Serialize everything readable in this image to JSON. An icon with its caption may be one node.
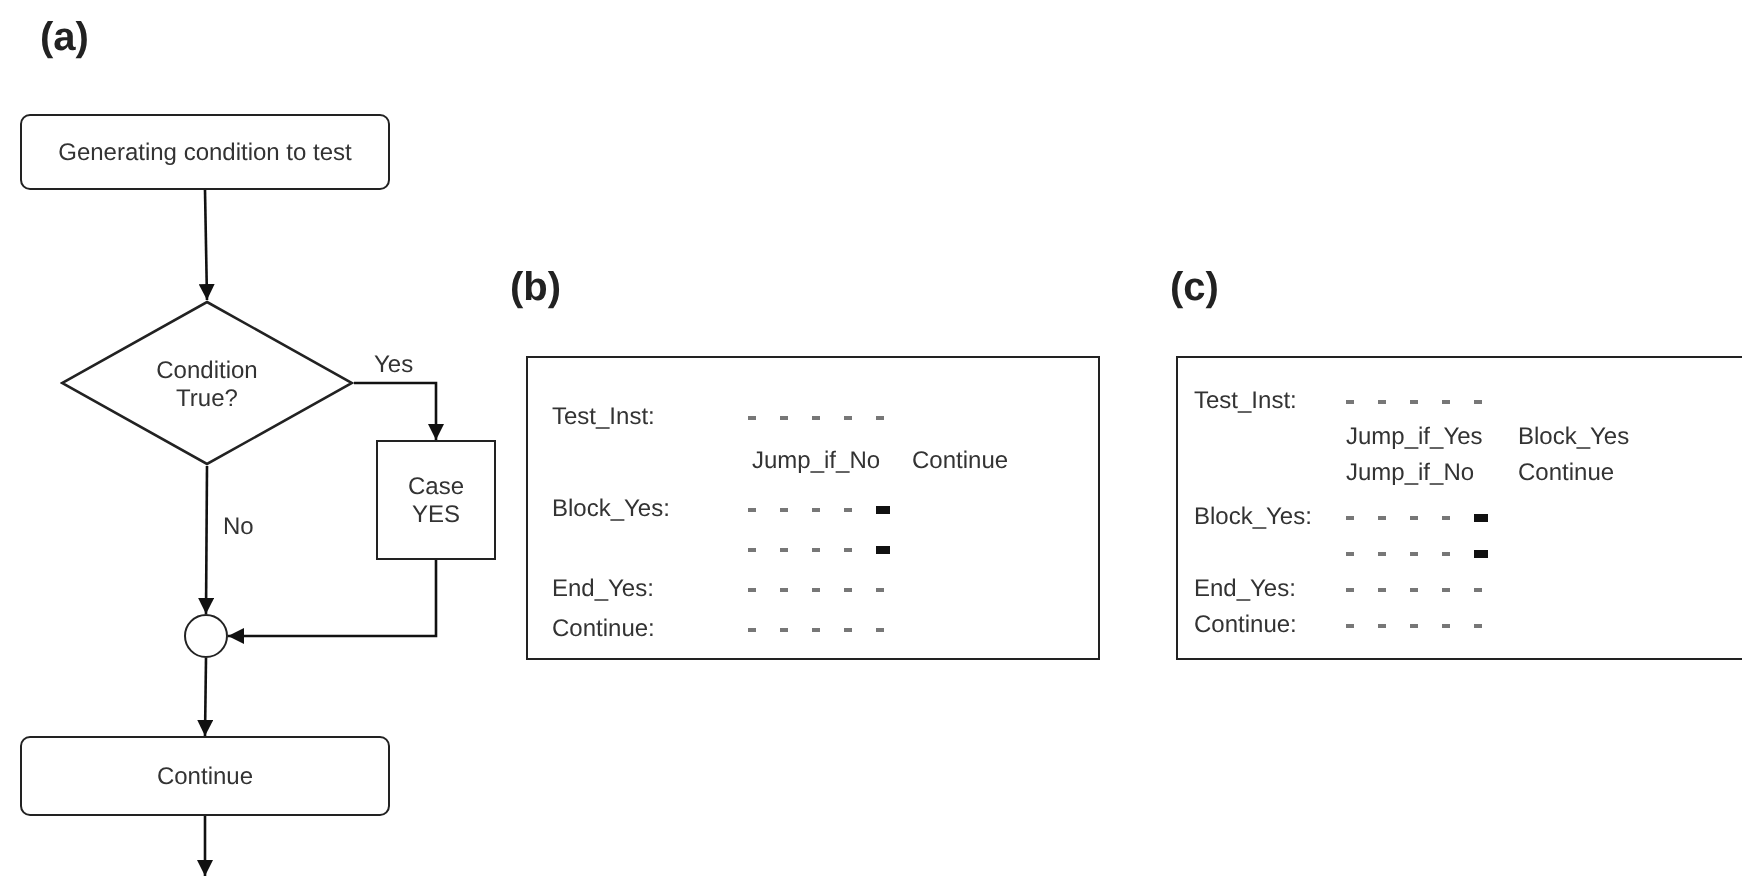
{
  "diagram": {
    "nodes": [
      {
        "text": [
          "Generating condition to test"
        ]
      },
      {
        "text": [
          "Condition True?"
        ]
      },
      {
        "text": [
          "Case YES"
        ]
      },
      {
        "text": [],
        "shape": "circle"
      },
      {
        "text": [
          "Continue"
        ]
      },
      {
        "text": [
          "Test_Inst:",
          "Jump_if_No",
          "Continue",
          "Block_Yes:",
          "End_Yes:",
          "Continue:"
        ]
      },
      {
        "text": [
          "Test_Inst:",
          "Jump_if_Yes",
          "Block_Yes",
          "Jump_if_No",
          "Continue",
          "Block_Yes:",
          "End_Yes:",
          "Continue:"
        ]
      }
    ],
    "edges": [
      {
        "from": 0,
        "to": 1,
        "arrow": "to"
      },
      {
        "from": 1,
        "to": 2,
        "arrow": "to",
        "label": "Yes"
      },
      {
        "from": 1,
        "to": 3,
        "arrow": "to",
        "label": "No"
      },
      {
        "from": 2,
        "to": 3,
        "arrow": "to"
      },
      {
        "from": 3,
        "to": 4,
        "arrow": "to"
      },
      {
        "from": 4,
        "to": null,
        "arrow": "to"
      }
    ],
    "labels": [
      "(a)",
      "(b)",
      "(c)"
    ]
  }
}
